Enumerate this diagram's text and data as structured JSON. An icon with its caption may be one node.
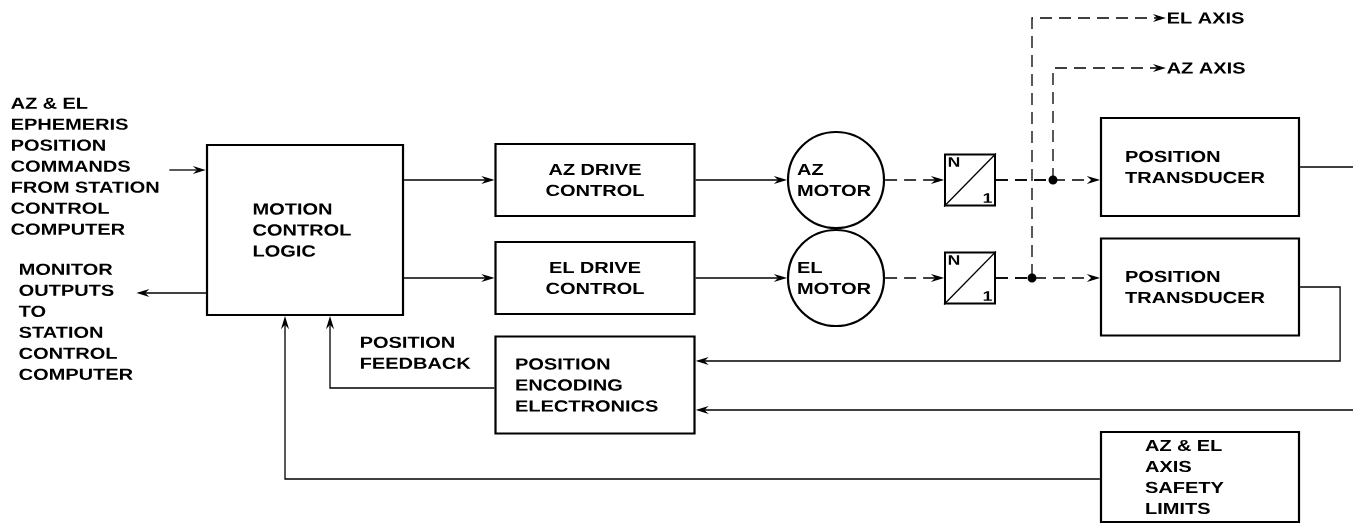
{
  "diagram": {
    "nodes": [
      {
        "text": [
          "AZ & EL EPHEMERIS POSITION COMMANDS FROM STATION CONTROL COMPUTER"
        ]
      },
      {
        "text": [
          "MONITOR OUTPUTS TO STATION CONTROL COMPUTER"
        ]
      },
      {
        "text": [
          "MOTION CONTROL LOGIC"
        ]
      },
      {
        "text": [
          "AZ DRIVE CONTROL"
        ]
      },
      {
        "text": [
          "EL DRIVE CONTROL"
        ]
      },
      {
        "text": [
          "AZ MOTOR"
        ]
      },
      {
        "text": [
          "EL MOTOR"
        ]
      },
      {
        "text": [
          "N",
          "1"
        ]
      },
      {
        "text": [
          "N",
          "1"
        ]
      },
      {
        "text": [
          "EL AXIS"
        ]
      },
      {
        "text": [
          "AZ AXIS"
        ]
      },
      {
        "text": [
          "POSITION TRANSDUCER"
        ]
      },
      {
        "text": [
          "POSITION TRANSDUCER"
        ]
      },
      {
        "text": [
          "POSITION ENCODING ELECTRONICS"
        ]
      },
      {
        "text": [
          "AZ & EL AXIS SAFETY LIMITS"
        ]
      }
    ],
    "edges": [
      {
        "from": 0,
        "to": 2,
        "arrow": "to"
      },
      {
        "from": 2,
        "to": 1,
        "arrow": "to"
      },
      {
        "from": 2,
        "to": 3,
        "arrow": "to"
      },
      {
        "from": 2,
        "to": 4,
        "arrow": "to"
      },
      {
        "from": 3,
        "to": 5,
        "arrow": "to"
      },
      {
        "from": 4,
        "to": 6,
        "arrow": "to"
      },
      {
        "from": 5,
        "to": 7,
        "arrow": "to",
        "style": "dashed"
      },
      {
        "from": 6,
        "to": 8,
        "arrow": "to",
        "style": "dashed"
      },
      {
        "from": 7,
        "to": 11,
        "arrow": "to",
        "style": "dashed"
      },
      {
        "from": 8,
        "to": 12,
        "arrow": "to",
        "style": "dashed"
      },
      {
        "from": 8,
        "to": 9,
        "arrow": "to",
        "style": "dashed"
      },
      {
        "from": 7,
        "to": 10,
        "arrow": "to",
        "style": "dashed"
      },
      {
        "from": 11,
        "to": null,
        "arrow": "none"
      },
      {
        "from": 12,
        "to": 13,
        "arrow": "to"
      },
      {
        "from": null,
        "to": 13,
        "arrow": "to"
      },
      {
        "from": 13,
        "to": 2,
        "arrow": "to",
        "label": "POSITION FEEDBACK"
      },
      {
        "from": 14,
        "to": 2,
        "arrow": "to"
      }
    ]
  }
}
